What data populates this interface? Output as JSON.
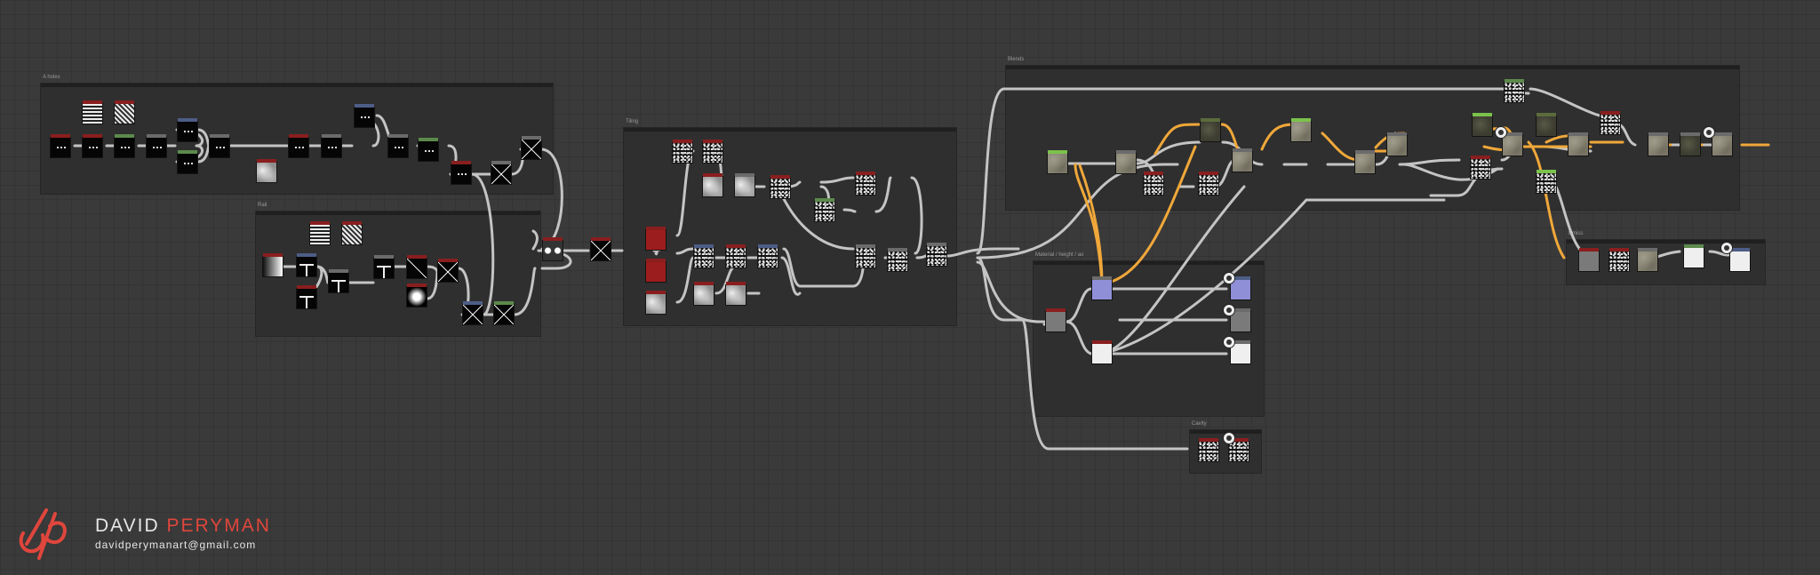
{
  "frames": {
    "holes": "A holes",
    "rail": "Rail",
    "tiling": "Tiling",
    "blends": "Blends",
    "material": "Material / height / ao",
    "emissive": "Emiss",
    "cavity": "Cavity"
  },
  "branding": {
    "first_name": "DAVID",
    "last_name": "PERYMAN",
    "email": "davidperymanart@gmail.com",
    "accent_color": "#e0463c"
  },
  "colors": {
    "canvas": "#3a3a3a",
    "frame": "#2f2f2f",
    "wire": "#c9c9c9",
    "wire_highlight": "#f0a83a",
    "header_red": "#8a1e1e",
    "header_blue": "#4d5d86",
    "header_green": "#5c8a4c",
    "header_lime": "#7bc24c",
    "header_gray": "#6b6b6b"
  },
  "icons": {
    "logo": "dp-monogram-icon",
    "output_badge": "output-node-icon"
  }
}
